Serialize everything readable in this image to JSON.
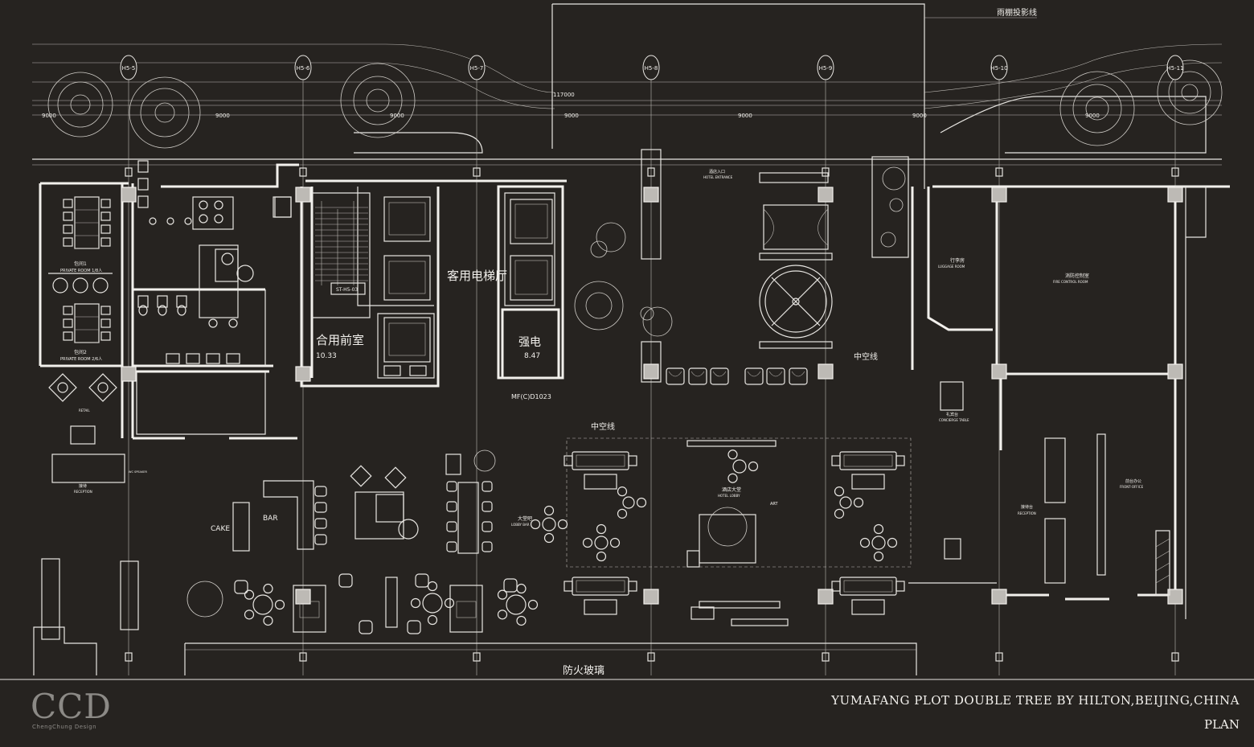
{
  "grid_axes": [
    "H5-5",
    "H5-6",
    "H5-7",
    "H5-8",
    "H5-9",
    "H5-10",
    "H5-11"
  ],
  "dimensions": {
    "overall": "117000",
    "bays": [
      "9000",
      "9000",
      "9000",
      "9000",
      "9000",
      "9000",
      "9000"
    ]
  },
  "canopy_note": "雨棚投影线",
  "rooms": {
    "guest_elevator_hall": "客用电梯厅",
    "shared_lobby": "合用前室",
    "shared_lobby_area": "10.33",
    "electrical": "强电",
    "electrical_area": "8.47",
    "door_tag": "MF(C)D1023",
    "stair_tag": "ST-H5-03",
    "hotel_entrance_cn": "酒店入口",
    "hotel_entrance_en": "HOTEL ENTRANCE",
    "luggage_cn": "行李房",
    "luggage_en": "LUGGAGE ROOM",
    "fire_control_cn": "消防控制室",
    "fire_control_en": "FIRE CONTROL ROOM",
    "atrium_line": "中空线",
    "atrium_line_2": "中空线",
    "concierge_cn": "礼宾台",
    "concierge_en": "CONCIERGE TABLE",
    "front_office_cn": "前台办公",
    "front_office_en": "FRONT-OFFICE",
    "reception_cn": "接待台",
    "reception_en": "RECEPTION",
    "private_room_1_cn": "包间1",
    "private_room_1_en": "PRIVATE ROOM 1/8人",
    "private_room_2_cn": "包间2",
    "private_room_2_en": "PRIVATE ROOM 2/6人",
    "retail": "RETAIL",
    "reception_left_cn": "接待",
    "reception_left_en": "RECEPTION",
    "cake": "CAKE",
    "bar": "BAR",
    "lobby_bar_cn": "大堂吧",
    "lobby_bar_en": "LOBBY BAR",
    "hotel_lobby_cn": "酒店大堂",
    "hotel_lobby_en": "HOTEL LOBBY",
    "art": "ART",
    "fire_glass": "防火玻璃",
    "wc": "WC SPEAKER"
  },
  "footer": {
    "logo": "CCD",
    "logo_sub": "ChengChung Design",
    "project": "YUMAFANG PLOT DOUBLE TREE BY HILTON,BEIJING,CHINA",
    "sheet": "PLAN"
  }
}
